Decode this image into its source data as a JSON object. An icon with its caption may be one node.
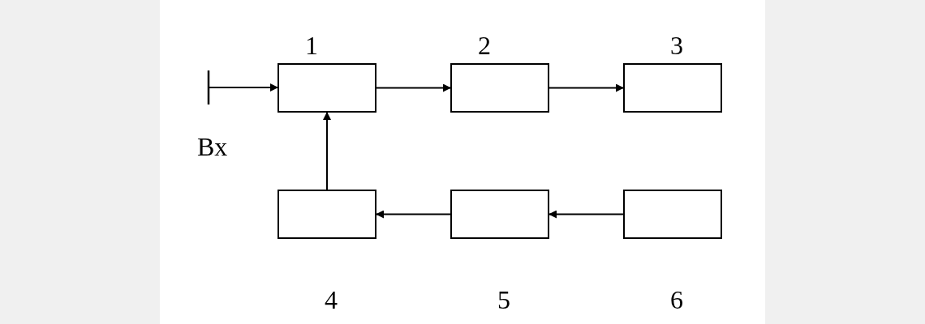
{
  "diagram": {
    "nodes": [
      {
        "text": [],
        "shape": "box",
        "beside": [
          "1"
        ]
      },
      {
        "text": [],
        "shape": "box",
        "beside": [
          "2"
        ]
      },
      {
        "text": [],
        "shape": "box",
        "beside": [
          "3"
        ]
      },
      {
        "text": [],
        "shape": "box",
        "beside": [
          "4"
        ]
      },
      {
        "text": [],
        "shape": "box",
        "beside": [
          "5"
        ]
      },
      {
        "text": [],
        "shape": "box",
        "beside": [
          "6"
        ]
      }
    ],
    "edges": [
      {
        "from": null,
        "to": 0,
        "arrow": "to"
      },
      {
        "from": 0,
        "to": 1,
        "arrow": "to"
      },
      {
        "from": 1,
        "to": 2,
        "arrow": "to"
      },
      {
        "from": 3,
        "to": 0,
        "arrow": "to"
      },
      {
        "from": 4,
        "to": 3,
        "arrow": "to"
      },
      {
        "from": 5,
        "to": 4,
        "arrow": "to"
      }
    ],
    "labels": [
      "Bx"
    ]
  }
}
